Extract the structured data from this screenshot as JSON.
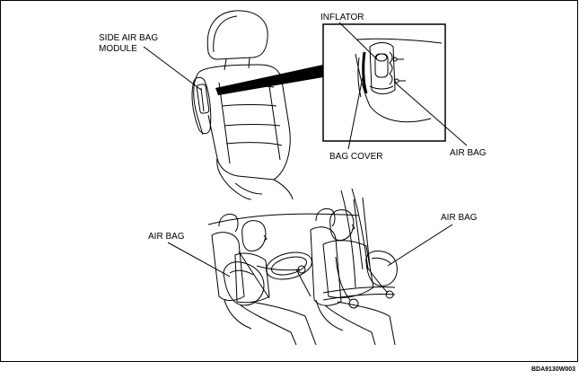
{
  "labels": {
    "side_air_bag_module_line1": "SIDE AIR BAG",
    "side_air_bag_module_line2": "MODULE",
    "inflator": "INFLATOR",
    "bag_cover": "BAG COVER",
    "air_bag_detail": "AIR BAG",
    "air_bag_driver": "AIR BAG",
    "air_bag_passenger": "AIR BAG"
  },
  "figure_code": "BDA9130W003"
}
